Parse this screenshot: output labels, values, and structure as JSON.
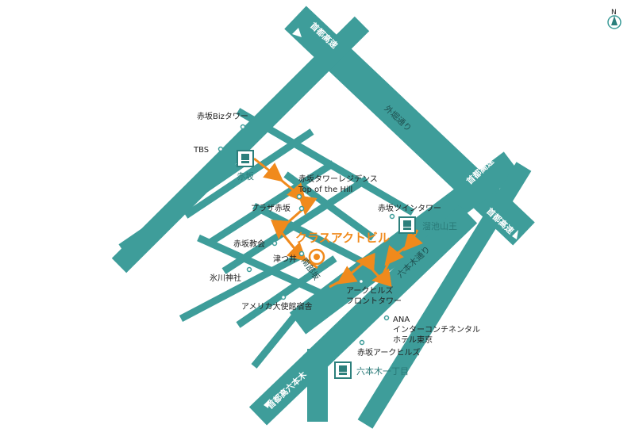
{
  "compass": {
    "north_label": "N"
  },
  "roads": {
    "expressway_top": "首都高速",
    "sotobori": "外堀通り",
    "expressway_right": "首都高速",
    "roppongi_dori": "六本木通り",
    "expressway_bottom": "首都高六本木",
    "nanbuzaka": "南部坂"
  },
  "stations": {
    "akasaka": "赤坂",
    "tameike_sanno": "溜池山王",
    "roppongi_itchome": "六本木一丁目"
  },
  "landmarks": {
    "akasaka_biz_tower": "赤坂Bizタワー",
    "tbs": "TBS",
    "akasaka_tower_residence_1": "赤坂タワーレジデンス",
    "akasaka_tower_residence_2": "Top of the Hill",
    "plaza_akasaka": "プラザ赤坂",
    "akasaka_twin_tower": "赤坂ツインタワー",
    "akasaka_church": "赤坂教会",
    "tsutsui": "津つ井",
    "hikawa_shrine": "氷川神社",
    "us_embassy_housing": "アメリカ大使館宿舎",
    "ark_hills_front_1": "アークヒルズ",
    "ark_hills_front_2": "フロントタワー",
    "ana_1": "ANA",
    "ana_2": "インターコンチネンタル",
    "ana_3": "ホテル東京",
    "akasaka_ark_hills": "赤坂アークヒルズ"
  },
  "target": {
    "name": "クラスアクトビル"
  },
  "colors": {
    "road": "#3e9d9a",
    "road_dark": "#2c7f7c",
    "route": "#f08a1c",
    "dot": "#3e9d9a"
  },
  "icons": {
    "station": "train-icon",
    "target": "target-marker-icon",
    "compass": "north-arrow-icon"
  }
}
